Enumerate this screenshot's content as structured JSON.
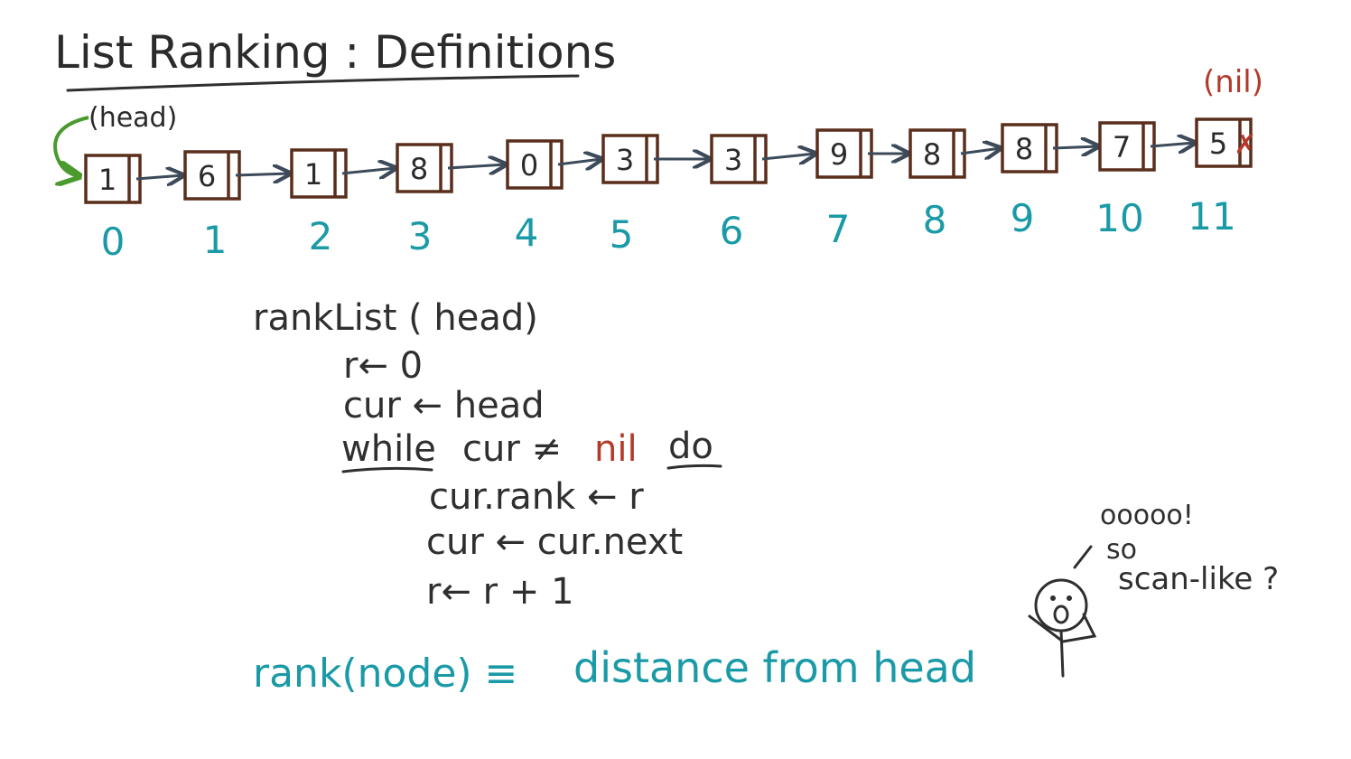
{
  "title": "List Ranking : Definitions",
  "head_label": "(head)",
  "nil_label": "(nil)",
  "nodes": [
    {
      "value": "1",
      "index": "0"
    },
    {
      "value": "6",
      "index": "1"
    },
    {
      "value": "1",
      "index": "2"
    },
    {
      "value": "8",
      "index": "3"
    },
    {
      "value": "0",
      "index": "4"
    },
    {
      "value": "3",
      "index": "5"
    },
    {
      "value": "3",
      "index": "6"
    },
    {
      "value": "9",
      "index": "7"
    },
    {
      "value": "8",
      "index": "8"
    },
    {
      "value": "8",
      "index": "9"
    },
    {
      "value": "7",
      "index": "10"
    },
    {
      "value": "5",
      "index": "11"
    }
  ],
  "nil_mark": "✗",
  "code": {
    "signature": "rankList ( head)",
    "line1": "r← 0",
    "line2": "cur ← head",
    "while_kw": "while",
    "while_cond": "cur ≠",
    "while_nil": "nil",
    "do_kw": "do",
    "body1": "cur.rank ← r",
    "body2": "cur ← cur.next",
    "body3": "r← r + 1"
  },
  "definition": {
    "lhs": "rank(node) ≡",
    "rhs": "distance from head"
  },
  "comment": {
    "line1": "ooooo!",
    "line2": "so",
    "line3": "scan-like ?"
  },
  "colors": {
    "teal": "#1a9aa6",
    "red": "#b33a2a",
    "green": "#4a9a2e",
    "brown": "#5a2e1c"
  }
}
